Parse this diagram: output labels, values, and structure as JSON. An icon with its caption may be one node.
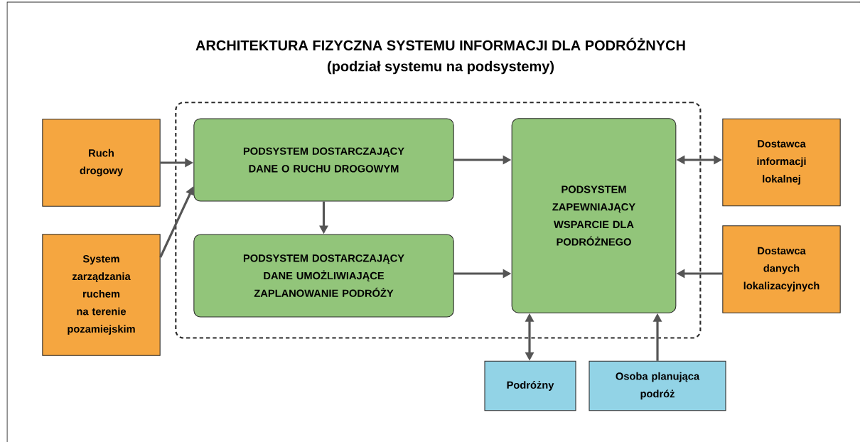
{
  "diagram": {
    "title": "ARCHITEKTURA FIZYCZNA SYSTEMU INFORMACJI DLA PODRÓŻNYCH",
    "nodes": [
      {
        "text": [],
        "shape": "box"
      },
      {
        "text": [
          "Ruch drogowy"
        ]
      },
      {
        "text": [
          "System zarządzania ruchem na terenie pozamiejskim"
        ]
      },
      {
        "text": [
          "PODSYSTEM DOSTARCZAJĄCY DANE O RUCHU DROGOWYM"
        ],
        "in": 0
      },
      {
        "text": [
          "PODSYSTEM DOSTARCZAJĄCY DANE UMOŻLIWIAJĄCE ZAPLANOWANIE PODRÓŻY"
        ],
        "in": 0
      },
      {
        "text": [
          "PODSYSTEM ZAPEWNIAJĄCY WSPARCIE DLA PODRÓŻNEGO"
        ],
        "in": 0
      },
      {
        "text": [
          "Dostawca informacji lokalnej"
        ]
      },
      {
        "text": [
          "Dostawca danych lokalizacyjnych"
        ]
      },
      {
        "text": [
          "Podróżny"
        ]
      },
      {
        "text": [
          "Osoba planująca podróż"
        ]
      }
    ],
    "edges": [
      {
        "from": 1,
        "to": 3,
        "arrow": "to"
      },
      {
        "from": 2,
        "to": 3,
        "arrow": "to"
      },
      {
        "from": 3,
        "to": 4,
        "arrow": "to"
      },
      {
        "from": 3,
        "to": 5,
        "arrow": "to"
      },
      {
        "from": 4,
        "to": 5,
        "arrow": "to"
      },
      {
        "from": 5,
        "to": 6,
        "arrow": "both"
      },
      {
        "from": 7,
        "to": 5,
        "arrow": "to"
      },
      {
        "from": 8,
        "to": 5,
        "arrow": "both"
      },
      {
        "from": 9,
        "to": 5,
        "arrow": "to"
      }
    ],
    "labels": [
      "(podział systemu na podsystemy)"
    ]
  }
}
